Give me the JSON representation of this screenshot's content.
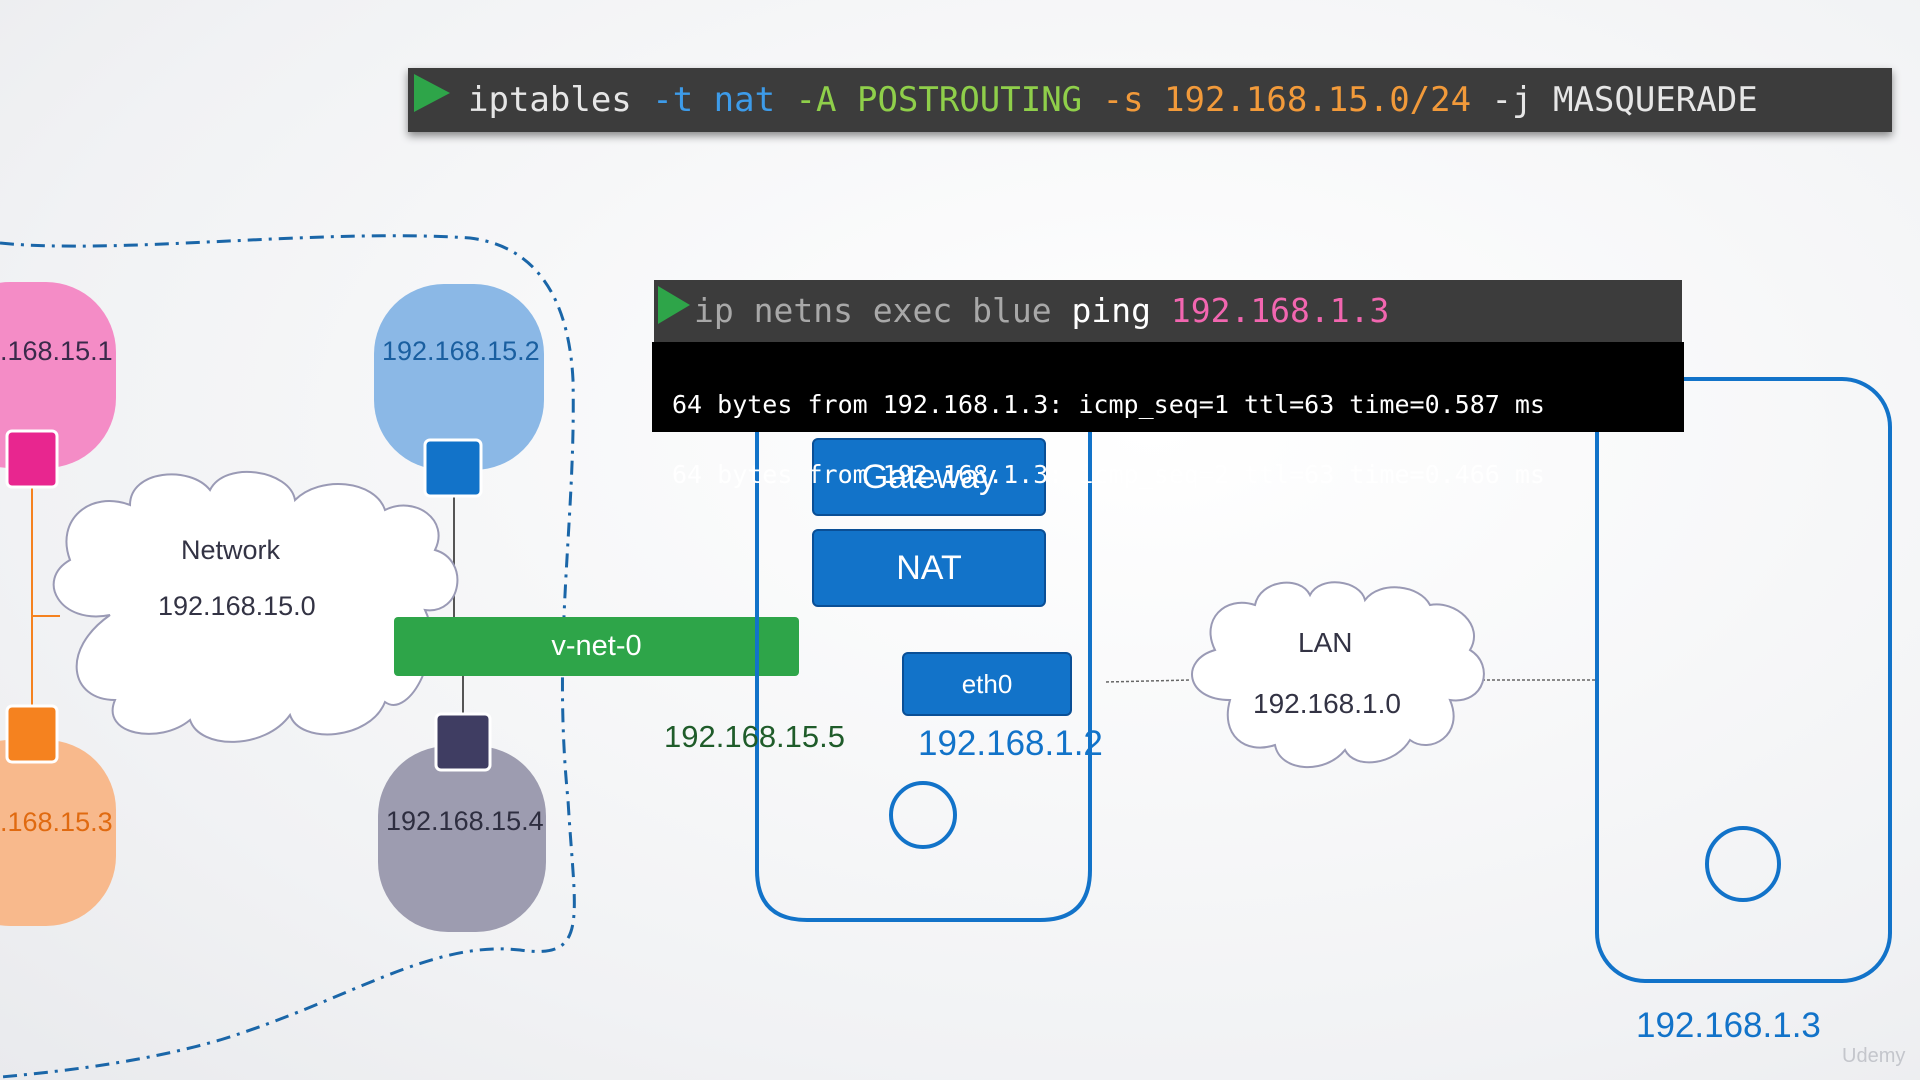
{
  "command1": {
    "tokens": [
      {
        "text": "iptables ",
        "color": "#e6e6e6"
      },
      {
        "text": "-t ",
        "color": "#3d9be9"
      },
      {
        "text": "nat ",
        "color": "#3d9be9"
      },
      {
        "text": "-A ",
        "color": "#8fcf4a"
      },
      {
        "text": "POSTROUTING ",
        "color": "#8fcf4a"
      },
      {
        "text": "-s ",
        "color": "#f29a3a"
      },
      {
        "text": "192.168.15.0/24 ",
        "color": "#f29a3a"
      },
      {
        "text": "-j ",
        "color": "#e6e6e6"
      },
      {
        "text": "MASQUERADE",
        "color": "#e6e6e6"
      }
    ]
  },
  "command2": {
    "tokens": [
      {
        "text": "ip netns exec blue ",
        "color": "#a8a8a8"
      },
      {
        "text": "ping ",
        "color": "#ffffff"
      },
      {
        "text": "192.168.1.3",
        "color": "#f266b0"
      }
    ],
    "output": [
      "64 bytes from 192.168.1.3: icmp_seq=1 ttl=63 time=0.587 ms",
      "64 bytes from 192.168.1.3: icmp_seq=2 ttl=63 time=0.466 ms"
    ]
  },
  "namespaces": {
    "ns1": {
      "ip": ".168.15.1",
      "color": "#f48cc6",
      "port_color": "#e8268f",
      "text_color": "#3a2a4a"
    },
    "ns2": {
      "ip": "192.168.15.2",
      "color": "#8bb8e6",
      "port_color": "#1273c9",
      "text_color": "#1a5fa0"
    },
    "ns3": {
      "ip": ".168.15.3",
      "color": "#f8b98c",
      "port_color": "#f5821f",
      "text_color": "#e06a10"
    },
    "ns4": {
      "ip": "192.168.15.4",
      "color": "#9d9cb0",
      "port_color": "#3f3d62",
      "text_color": "#2e2e40"
    }
  },
  "network_cloud": {
    "title": "Network",
    "address": "192.168.15.0"
  },
  "bridge": {
    "label": "v-net-0",
    "ip": "192.168.15.5",
    "color": "#2ea549"
  },
  "host": {
    "gateway_label": "Gateway",
    "nat_label": "NAT",
    "eth_label": "eth0",
    "eth_ip": "192.168.1.2",
    "accent": "#1273c9"
  },
  "lan_cloud": {
    "title": "LAN",
    "address": "192.168.1.0"
  },
  "remote_host": {
    "ip": "192.168.1.3"
  },
  "watermark": "Udemy"
}
